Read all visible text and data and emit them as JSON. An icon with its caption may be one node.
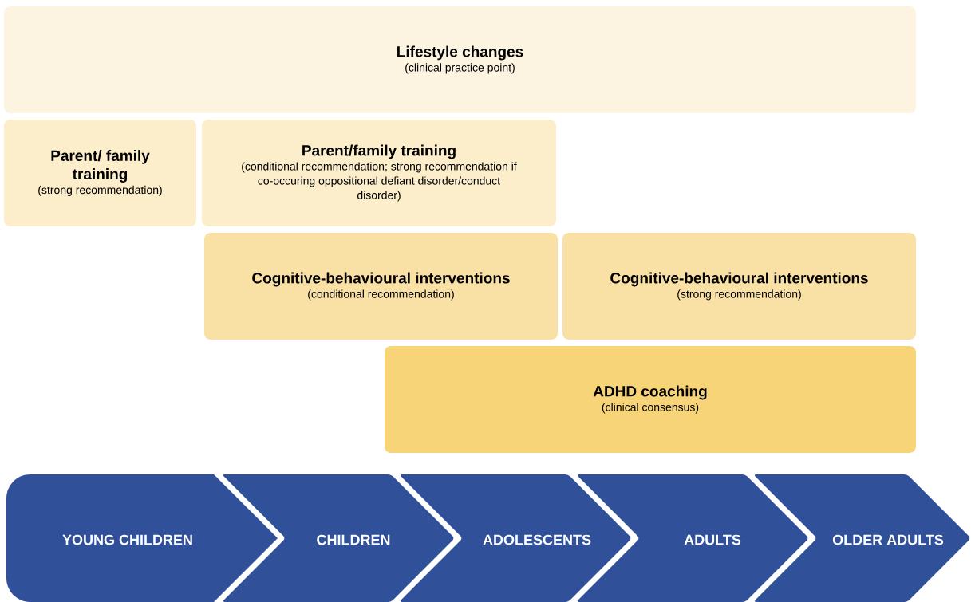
{
  "diagram": {
    "nodes": [
      {
        "text": [
          "Lifestyle changes",
          "(clinical practice point)"
        ]
      },
      {
        "text": [
          "Parent/ family training",
          "(strong recommendation)"
        ]
      },
      {
        "text": [
          "Parent/family training",
          "(conditional recommendation; strong recommendation if co-occuring oppositional defiant disorder/conduct disorder)"
        ]
      },
      {
        "text": [
          "Cognitive-behavioural interventions",
          "(conditional recommendation)"
        ]
      },
      {
        "text": [
          "Cognitive-behavioural interventions",
          "(strong recommendation)"
        ]
      },
      {
        "text": [
          "ADHD coaching",
          "(clinical consensus)"
        ]
      },
      {
        "text": [
          "YOUNG CHILDREN"
        ]
      },
      {
        "text": [
          "CHILDREN"
        ]
      },
      {
        "text": [
          "ADOLESCENTS"
        ]
      },
      {
        "text": [
          "ADULTS"
        ]
      },
      {
        "text": [
          "OLDER ADULTS"
        ]
      }
    ]
  }
}
